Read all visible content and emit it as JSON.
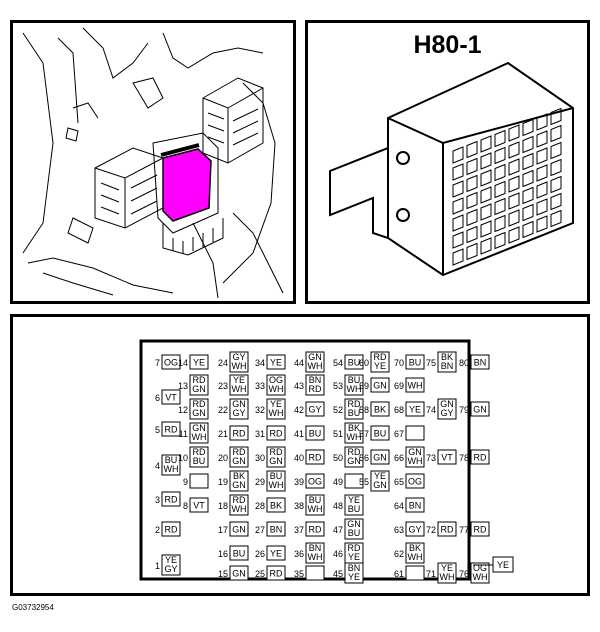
{
  "connector_title": "H80-1",
  "figure_id": "G03732954",
  "colors": {
    "highlight": "#ff00ff",
    "line": "#000000",
    "background": "#ffffff"
  },
  "pins": [
    {
      "n": "1",
      "c": [
        "YE",
        "GY"
      ]
    },
    {
      "n": "2",
      "c": [
        "RD"
      ]
    },
    {
      "n": "3",
      "c": [
        "RD"
      ]
    },
    {
      "n": "4",
      "c": [
        "BU",
        "WH"
      ]
    },
    {
      "n": "5",
      "c": [
        "RD"
      ]
    },
    {
      "n": "6",
      "c": [
        "VT"
      ]
    },
    {
      "n": "7",
      "c": [
        "OG"
      ]
    },
    {
      "n": "8",
      "c": [
        "VT"
      ]
    },
    {
      "n": "9",
      "c": []
    },
    {
      "n": "10",
      "c": [
        "RD",
        "BU"
      ]
    },
    {
      "n": "11",
      "c": [
        "GN",
        "WH"
      ]
    },
    {
      "n": "12",
      "c": [
        "RD",
        "GN"
      ]
    },
    {
      "n": "13",
      "c": [
        "RD",
        "GN"
      ]
    },
    {
      "n": "14",
      "c": [
        "YE"
      ]
    },
    {
      "n": "15",
      "c": [
        "GN"
      ]
    },
    {
      "n": "16",
      "c": [
        "BU"
      ]
    },
    {
      "n": "17",
      "c": [
        "GN"
      ]
    },
    {
      "n": "18",
      "c": [
        "RD",
        "WH"
      ]
    },
    {
      "n": "19",
      "c": [
        "BK",
        "GN"
      ]
    },
    {
      "n": "20",
      "c": [
        "RD",
        "GN"
      ]
    },
    {
      "n": "21",
      "c": [
        "RD"
      ]
    },
    {
      "n": "22",
      "c": [
        "GN",
        "GY"
      ]
    },
    {
      "n": "23",
      "c": [
        "YE",
        "WH"
      ]
    },
    {
      "n": "24",
      "c": [
        "GY",
        "WH"
      ]
    },
    {
      "n": "25",
      "c": [
        "RD"
      ]
    },
    {
      "n": "26",
      "c": [
        "YE"
      ]
    },
    {
      "n": "27",
      "c": [
        "BN"
      ]
    },
    {
      "n": "28",
      "c": [
        "BK"
      ]
    },
    {
      "n": "29",
      "c": [
        "BU",
        "WH"
      ]
    },
    {
      "n": "30",
      "c": [
        "RD",
        "GN"
      ]
    },
    {
      "n": "31",
      "c": [
        "RD"
      ]
    },
    {
      "n": "32",
      "c": [
        "YE",
        "WH"
      ]
    },
    {
      "n": "33",
      "c": [
        "OG",
        "WH"
      ]
    },
    {
      "n": "34",
      "c": [
        "YE"
      ]
    },
    {
      "n": "35",
      "c": []
    },
    {
      "n": "36",
      "c": [
        "BN",
        "WH"
      ]
    },
    {
      "n": "37",
      "c": [
        "RD"
      ]
    },
    {
      "n": "38",
      "c": [
        "BU",
        "WH"
      ]
    },
    {
      "n": "39",
      "c": [
        "OG"
      ]
    },
    {
      "n": "40",
      "c": [
        "RD"
      ]
    },
    {
      "n": "41",
      "c": [
        "BU"
      ]
    },
    {
      "n": "42",
      "c": [
        "GY"
      ]
    },
    {
      "n": "43",
      "c": [
        "BN",
        "RD"
      ]
    },
    {
      "n": "44",
      "c": [
        "GN",
        "WH"
      ]
    },
    {
      "n": "45",
      "c": [
        "BN",
        "YE"
      ]
    },
    {
      "n": "46",
      "c": [
        "RD",
        "YE"
      ]
    },
    {
      "n": "47",
      "c": [
        "GN",
        "BU"
      ]
    },
    {
      "n": "48",
      "c": [
        "YE",
        "BU"
      ]
    },
    {
      "n": "49",
      "c": []
    },
    {
      "n": "50",
      "c": [
        "RD",
        "GN"
      ]
    },
    {
      "n": "51",
      "c": [
        "BK",
        "WH"
      ]
    },
    {
      "n": "52",
      "c": [
        "RD",
        "BU"
      ]
    },
    {
      "n": "53",
      "c": [
        "BU",
        "WH"
      ]
    },
    {
      "n": "54",
      "c": [
        "BU"
      ]
    },
    {
      "n": "55",
      "c": [
        "YE",
        "GN"
      ]
    },
    {
      "n": "56",
      "c": [
        "GN"
      ]
    },
    {
      "n": "57",
      "c": [
        "BU"
      ]
    },
    {
      "n": "58",
      "c": [
        "BK"
      ]
    },
    {
      "n": "59",
      "c": [
        "GN"
      ]
    },
    {
      "n": "60",
      "c": [
        "RD",
        "YE"
      ]
    },
    {
      "n": "61",
      "c": []
    },
    {
      "n": "62",
      "c": [
        "BK",
        "WH"
      ]
    },
    {
      "n": "63",
      "c": [
        "GY"
      ]
    },
    {
      "n": "64",
      "c": [
        "BN"
      ]
    },
    {
      "n": "65",
      "c": [
        "OG"
      ]
    },
    {
      "n": "66",
      "c": [
        "GN",
        "WH"
      ]
    },
    {
      "n": "67",
      "c": []
    },
    {
      "n": "68",
      "c": [
        "YE"
      ]
    },
    {
      "n": "69",
      "c": [
        "WH"
      ]
    },
    {
      "n": "70",
      "c": [
        "BU"
      ]
    },
    {
      "n": "71",
      "c": [
        "YE",
        "WH"
      ]
    },
    {
      "n": "72",
      "c": [
        "RD"
      ]
    },
    {
      "n": "73",
      "c": [
        "VT"
      ]
    },
    {
      "n": "74",
      "c": [
        "GN",
        "GY"
      ]
    },
    {
      "n": "75",
      "c": [
        "BK",
        "BN"
      ]
    },
    {
      "n": "76",
      "c": [
        "OG",
        "WH"
      ]
    },
    {
      "n": "77",
      "c": [
        "RD"
      ]
    },
    {
      "n": "78",
      "c": [
        "RD"
      ]
    },
    {
      "n": "79",
      "c": [
        "GN"
      ]
    },
    {
      "n": "80",
      "c": [
        "BN"
      ]
    }
  ],
  "extra_label": "YE"
}
